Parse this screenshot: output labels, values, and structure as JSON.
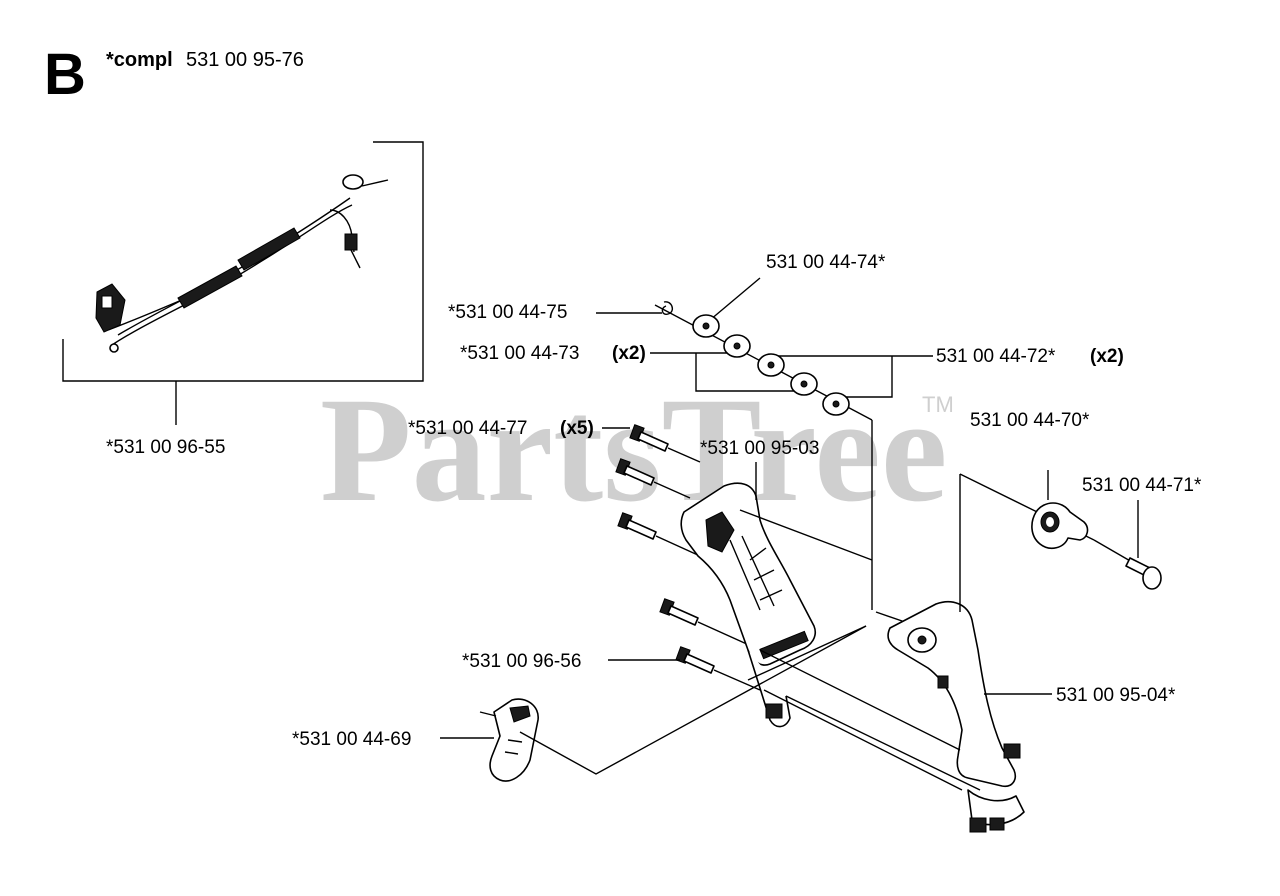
{
  "section": {
    "letter": "B",
    "kit_label": "*compl",
    "kit_number": "531 00 95-76"
  },
  "watermark": {
    "text": "PartsTree",
    "tm": "TM"
  },
  "callouts": {
    "wire_harness": "*531 00 96-55",
    "clip": "*531 00 44-75",
    "washer_top": "531 00 44-74*",
    "washer_pair": "*531 00 44-73",
    "washer_pair_qty": "(x2)",
    "washer_right": "531 00 44-72*",
    "washer_right_qty": "(x2)",
    "screws": "*531 00 44-77",
    "screws_qty": "(x5)",
    "handle_half": "*531 00 95-03",
    "knob": "531 00 44-70*",
    "knob_pin": "531 00 44-71*",
    "screw_lower": "*531 00 96-56",
    "handle_frame": "531 00 95-04*",
    "throttle_trigger": "*531 00 44-69"
  }
}
